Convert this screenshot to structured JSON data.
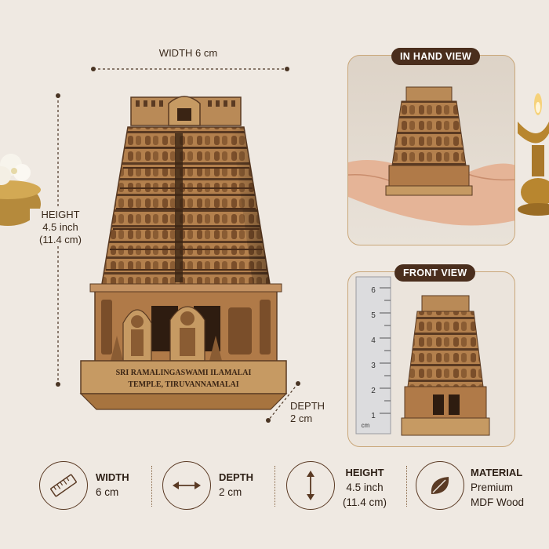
{
  "dimensions": {
    "width_label": "WIDTH 6 cm",
    "height_title": "HEIGHT",
    "height_inch": "4.5 inch",
    "height_cm": "(11.4 cm)",
    "depth_title": "DEPTH",
    "depth_cm": "2 cm"
  },
  "product": {
    "plaque_line1": "SRI RAMALINGASWAMI ILAMALAI",
    "plaque_line2": "TEMPLE, TIRUVANNAMALAI"
  },
  "panels": {
    "in_hand": {
      "tag": "IN HAND VIEW"
    },
    "front": {
      "tag": "FRONT VIEW",
      "ruler_numbers": [
        "6",
        "5",
        "4",
        "3",
        "2",
        "1"
      ],
      "ruler_unit": "cm"
    }
  },
  "features": [
    {
      "icon": "ruler-icon",
      "title": "WIDTH",
      "value": "6 cm"
    },
    {
      "icon": "horizontal-arrow-icon",
      "title": "DEPTH",
      "value": "2 cm"
    },
    {
      "icon": "vertical-arrow-icon",
      "title": "HEIGHT",
      "value": "4.5 inch",
      "value2": "(11.4 cm)"
    },
    {
      "icon": "leaf-icon",
      "title": "MATERIAL",
      "value": "Premium",
      "value2": "MDF Wood"
    }
  ],
  "colors": {
    "background": "#efe9e2",
    "wood": "#b07a48",
    "wood_dark": "#5a3a22",
    "tag_bg": "#4a2e1d",
    "panel_border": "#c9a77a"
  }
}
